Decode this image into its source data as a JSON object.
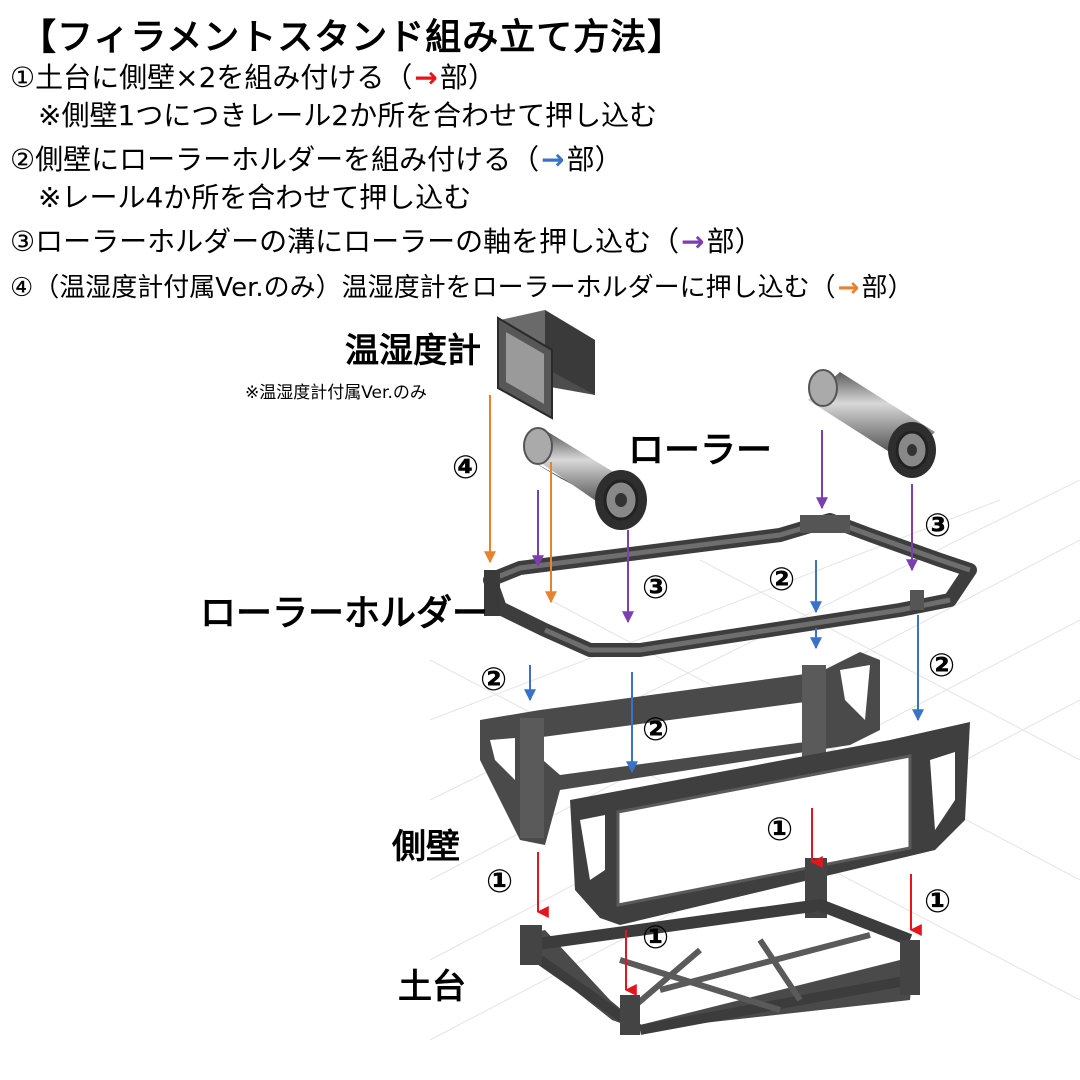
{
  "title": "【フィラメントスタンド組み立て方法】",
  "steps": [
    {
      "text": "①土台に側壁×2を組み付ける（",
      "suffix": "部）",
      "color": "#e8141c"
    },
    {
      "note": "※側壁1つにつきレール2か所を合わせて押し込む"
    },
    {
      "text": "②側壁にローラーホルダーを組み付ける（",
      "suffix": "部）",
      "color": "#3a72c8"
    },
    {
      "note": "※レール4か所を合わせて押し込む"
    },
    {
      "text": "③ローラーホルダーの溝にローラーの軸を押し込む（",
      "suffix": "部）",
      "color": "#7b3fb0"
    },
    {
      "text": "④（温湿度計付属Ver.のみ）温湿度計をローラーホルダーに押し込む（",
      "suffix": "部）",
      "color": "#e8822c"
    }
  ],
  "arrow_glyph": "→",
  "labels": {
    "thermo": "温湿度計",
    "thermo_note": "※温湿度計付属Ver.のみ",
    "roller": "ローラー",
    "holder": "ローラーホルダー",
    "wall": "側壁",
    "base": "土台"
  },
  "markers": {
    "m1": "①",
    "m2": "②",
    "m3": "③",
    "m4": "④"
  },
  "colors": {
    "step1": "#e8141c",
    "step2": "#3a72c8",
    "step3": "#7b3fb0",
    "step4": "#e8822c",
    "part": "#4a4a4a",
    "part_light": "#8a8a8a"
  }
}
